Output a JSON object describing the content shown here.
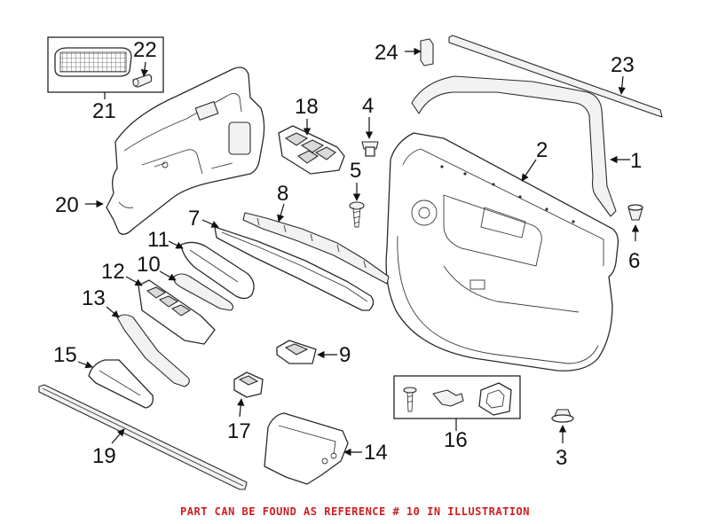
{
  "callouts": {
    "c1": "1",
    "c2": "2",
    "c3": "3",
    "c4": "4",
    "c5": "5",
    "c6": "6",
    "c7": "7",
    "c8": "8",
    "c9": "9",
    "c10": "10",
    "c11": "11",
    "c12": "12",
    "c13": "13",
    "c14": "14",
    "c15": "15",
    "c16": "16",
    "c17": "17",
    "c18": "18",
    "c19": "19",
    "c20": "20",
    "c21": "21",
    "c22": "22",
    "c23": "23",
    "c24": "24"
  },
  "footer": {
    "note": "PART CAN BE FOUND AS REFERENCE # 10 IN ILLUSTRATION",
    "color": "#cc1f1f"
  }
}
